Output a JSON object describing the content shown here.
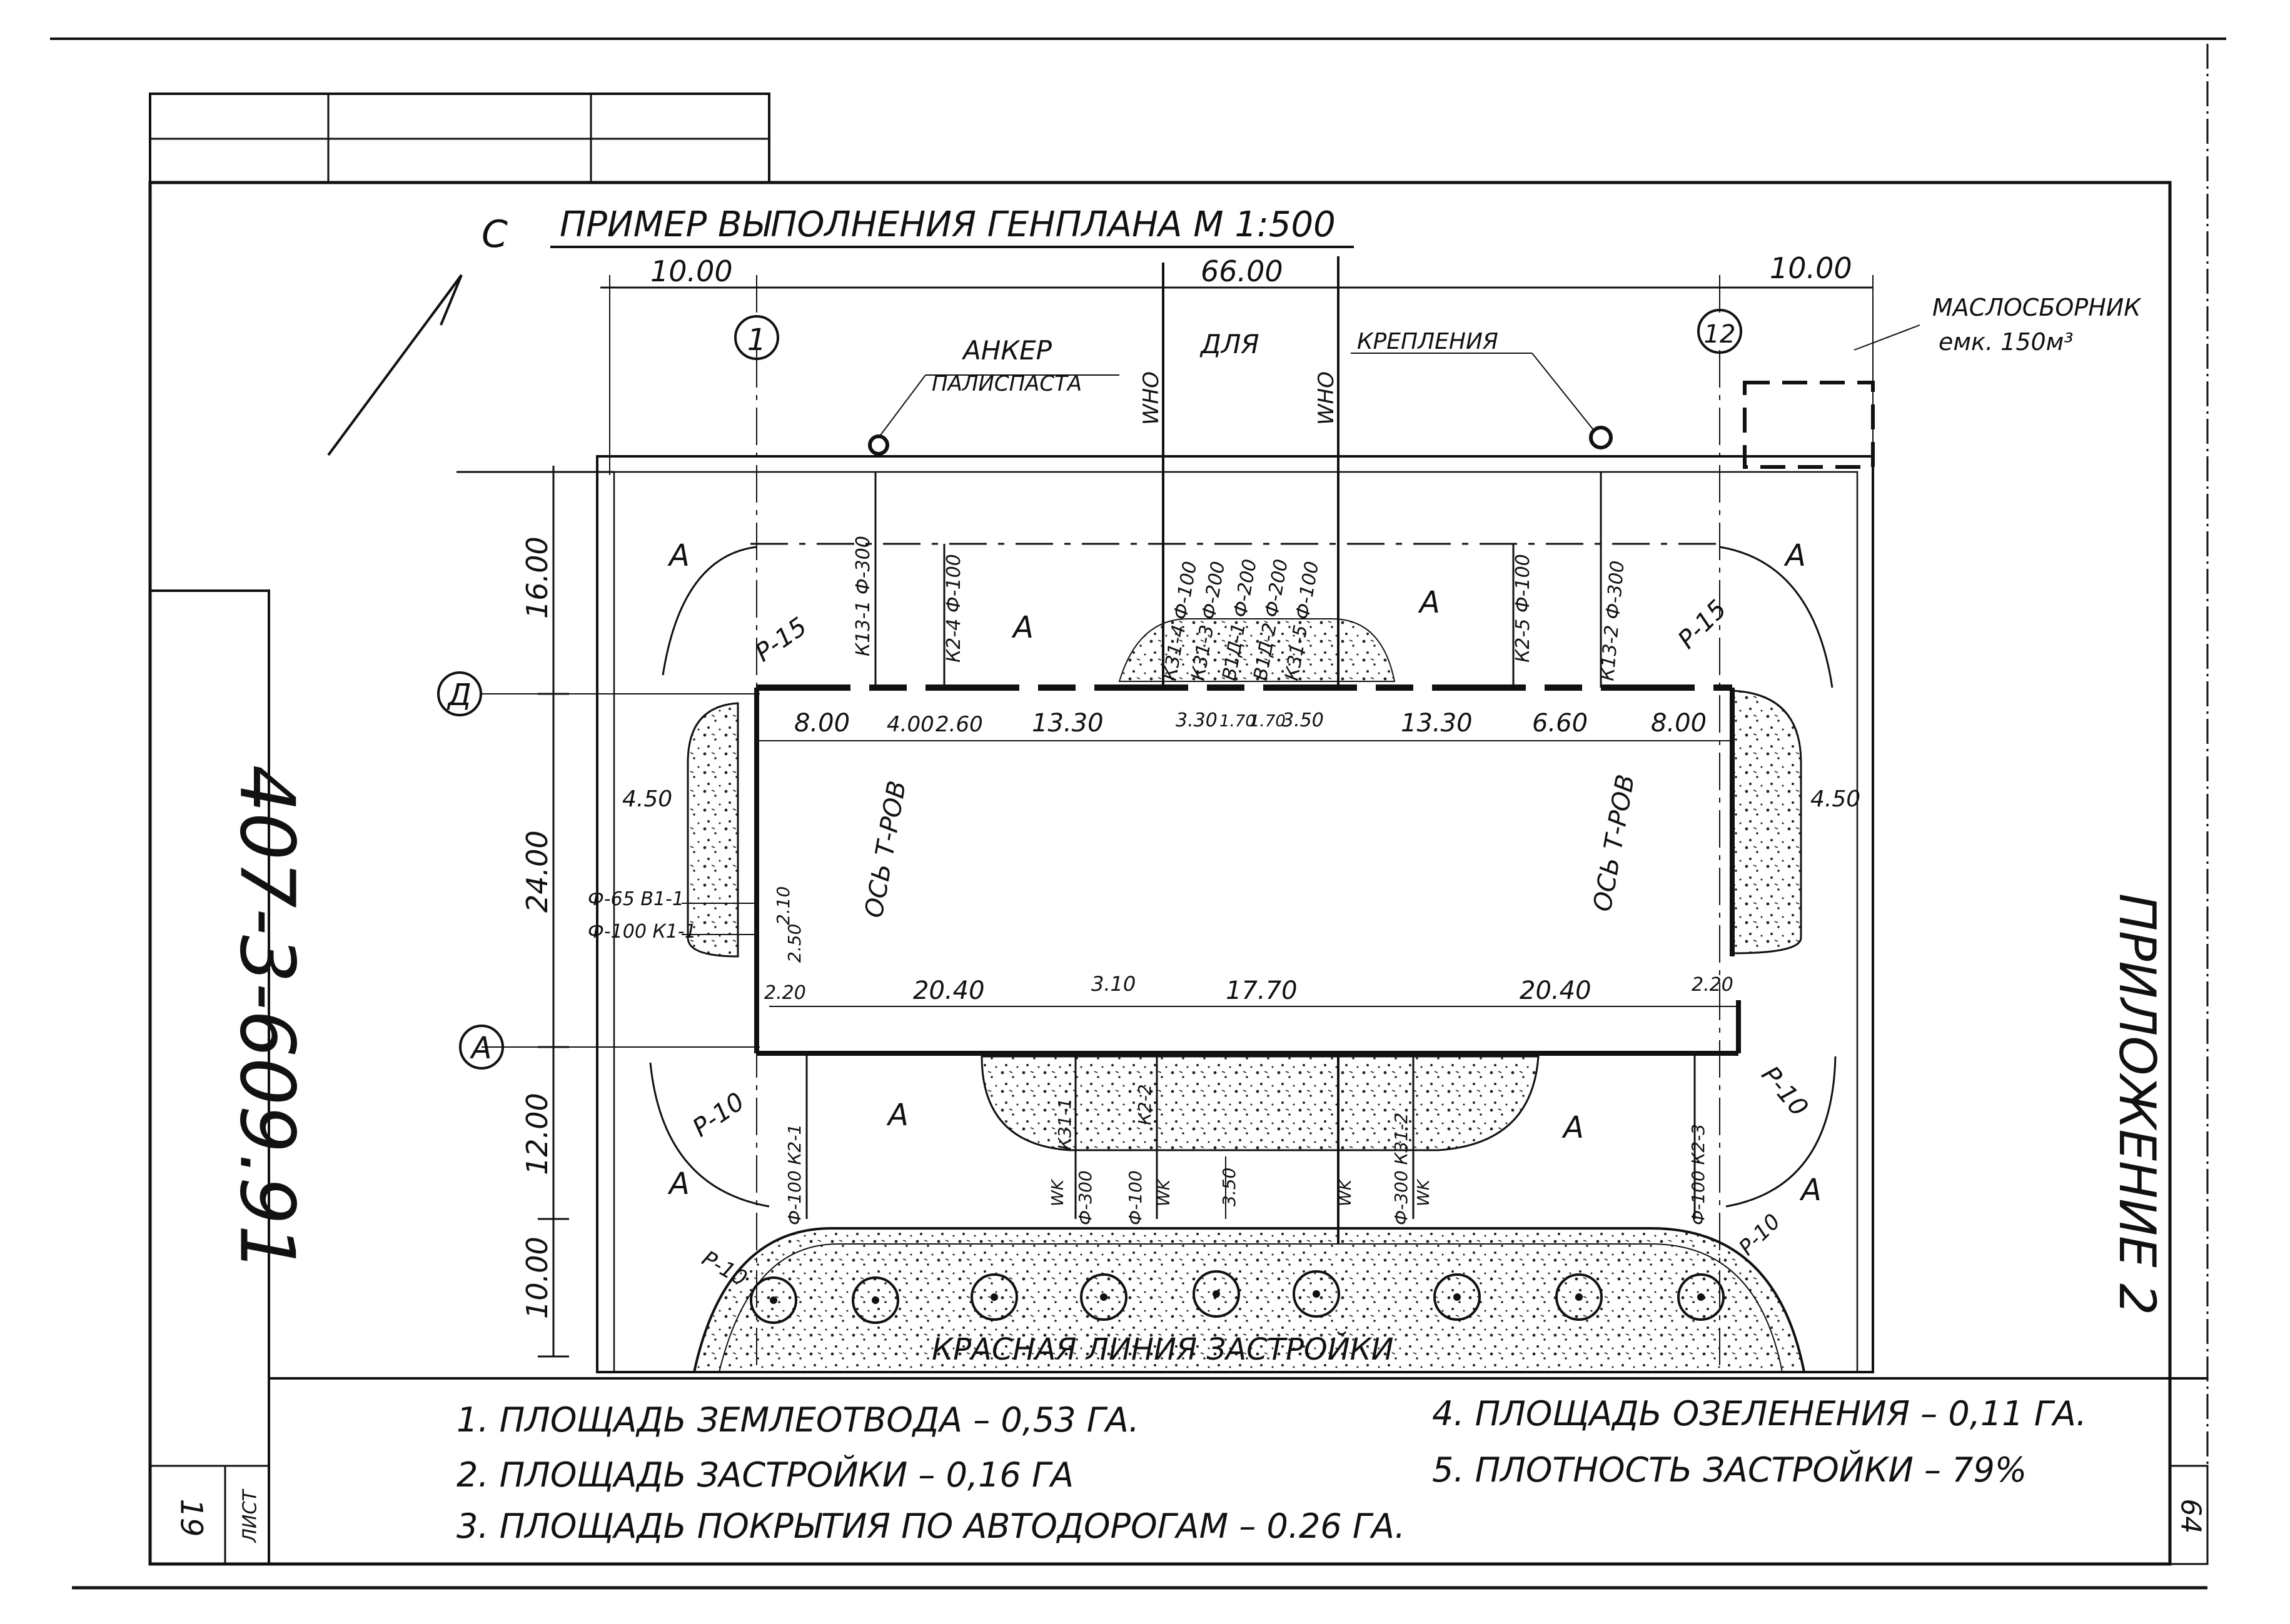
{
  "title": "ПРИМЕР ВЫПОЛНЕНИЯ  ГЕНПЛАНА М 1:500",
  "north_mark": "С",
  "doc_number": "407-3-609.91",
  "appendix": "ПРИЛОЖЕНИЕ 2",
  "sheet_label": "ЛИСТ",
  "sheet_left": "19",
  "sheet_right": "64",
  "oil_collector": {
    "line1": "МАСЛОСБОРНИК",
    "line2": "емк. 150м³"
  },
  "anchor": {
    "word1": "АНКЕР",
    "word2": "ДЛЯ",
    "word3": "КРЕПЛЕНИЯ",
    "word4": "ПАЛИСПАСТА"
  },
  "red_line": "КРАСНАЯ  ЛИНИЯ  ЗАСТРОЙКИ",
  "axes": [
    "1",
    "12",
    "Д",
    "А"
  ],
  "top_dims": [
    "10.00",
    "66.00",
    "10.00"
  ],
  "left_dims": [
    "16.00",
    "24.00",
    "12.00",
    "10.00"
  ],
  "upper_dims": [
    "8.00",
    "4.00",
    "2.60",
    "13.30",
    "3.30",
    "1.70",
    "1.70",
    "3.50",
    "13.30",
    "6.60",
    "8.00"
  ],
  "lower_dims": [
    "2.20",
    "20.40",
    "3.10",
    "17.70",
    "20.40",
    "2.20"
  ],
  "side_dims": [
    "4.50",
    "4.50",
    "2.10",
    "2.50"
  ],
  "radii": [
    "Р-15",
    "Р-15",
    "Р-10",
    "Р-10",
    "Р-10",
    "Р-10"
  ],
  "zone_label": "А",
  "top_pipes": [
    "К13-1 Ф-300",
    "К2-4 Ф-100",
    "К31-4 Ф-100",
    "К31-3 Ф-200",
    "В1Д-1 Ф-200",
    "В1Д-2 Ф-200",
    "К31-5 Ф-100",
    "К2-5 Ф-100",
    "К13-2 Ф-300"
  ],
  "bottom_pipes": [
    "Ф-100 К2-1",
    "К31-1",
    "Ф-300",
    "К2-2",
    "Ф-100",
    "3.50",
    "Ф-300 К31-2",
    "Ф-100 К2-3"
  ],
  "wk_label": "WK",
  "wh_label": "WHO",
  "axis_lines": [
    "ОСЬ Т-РОВ",
    "ОСЬ Т-РОВ"
  ],
  "left_side_pipes": [
    "Ф-65 В1-1",
    "Ф-100 К1-1"
  ],
  "notes_left": [
    "1.  ПЛОЩАДЬ ЗЕМЛЕОТВОДА – 0,53 ГА.",
    "2.  ПЛОЩАДЬ ЗАСТРОЙКИ   – 0,16 ГА",
    "3.  ПЛОЩАДЬ ПОКРЫТИЯ ПО АВТОДОРОГАМ – 0.26 ГА."
  ],
  "notes_right": [
    "4.  ПЛОЩАДЬ ОЗЕЛЕНЕНИЯ – 0,11 ГА.",
    "5.  ПЛОТНОСТЬ ЗАСТРОЙКИ –  79%"
  ]
}
